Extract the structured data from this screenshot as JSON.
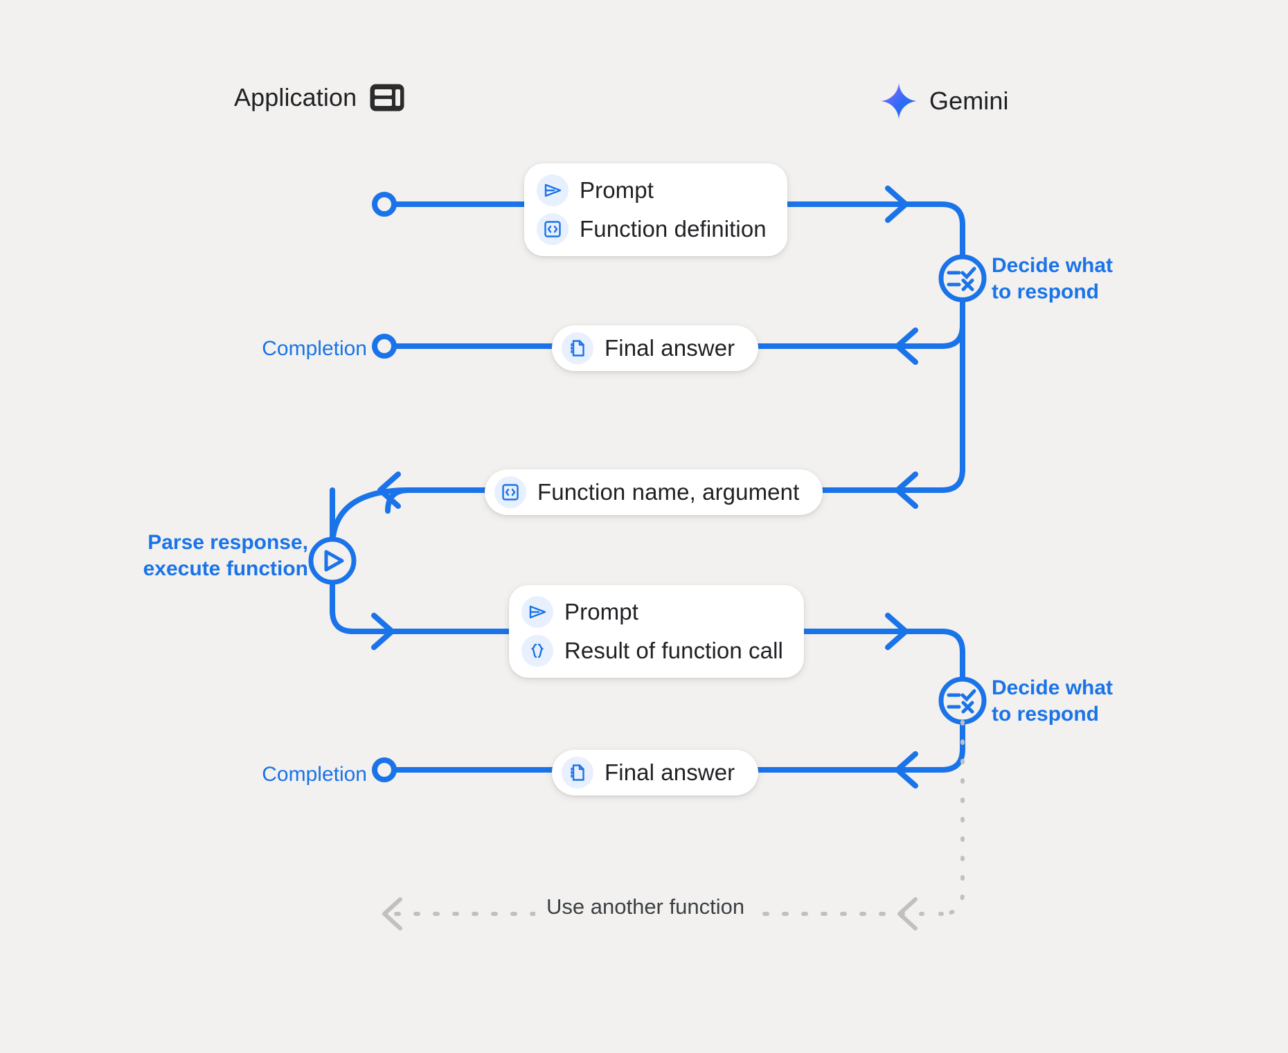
{
  "theme": {
    "background": "#F2F1EF",
    "accent_blue": "#1A73E8",
    "lifeline_gray": "#C6C6C4",
    "text_dark": "#202124",
    "icon_chip_bg": "#E8F0FE",
    "card_white": "#FFFFFF",
    "gemini_gradient_from": "#8B5CF6",
    "gemini_gradient_to": "#1A73E8"
  },
  "lanes": [
    {
      "id": "application",
      "title": "Application",
      "icon": "dashboard-layout-icon"
    },
    {
      "id": "gemini",
      "title": "Gemini",
      "icon": "gemini-sparkle-icon"
    }
  ],
  "messages": [
    {
      "id": "prompt-function-definition",
      "direction": "application-to-gemini",
      "rows": [
        {
          "icon": "send-plane-icon",
          "label": "Prompt"
        },
        {
          "icon": "code-brackets-box-icon",
          "label": "Function definition"
        }
      ]
    },
    {
      "id": "final-answer-1",
      "direction": "gemini-to-application",
      "rows": [
        {
          "icon": "document-icon",
          "label": "Final answer"
        }
      ]
    },
    {
      "id": "function-name-argument",
      "direction": "gemini-to-application",
      "rows": [
        {
          "icon": "code-brackets-box-icon",
          "label": "Function name,  argument"
        }
      ]
    },
    {
      "id": "prompt-result-of-function-call",
      "direction": "application-to-gemini",
      "rows": [
        {
          "icon": "send-plane-icon",
          "label": "Prompt"
        },
        {
          "icon": "curly-braces-icon",
          "label": "Result of function call"
        }
      ]
    },
    {
      "id": "final-answer-2",
      "direction": "gemini-to-application",
      "rows": [
        {
          "icon": "document-icon",
          "label": "Final answer"
        }
      ]
    }
  ],
  "nodes": {
    "decide_1": {
      "label": "Decide what\nto respond",
      "icon": "checklist-decision-icon"
    },
    "decide_2": {
      "label": "Decide what\nto respond",
      "icon": "checklist-decision-icon"
    },
    "parse": {
      "label": "Parse response,\nexecute function",
      "icon": "play-triangle-icon"
    },
    "completion_1": {
      "label": "Completion",
      "icon": "hollow-circle-endpoint"
    },
    "completion_2": {
      "label": "Completion",
      "icon": "hollow-circle-endpoint"
    }
  },
  "loop": {
    "label": "Use another function",
    "style": "dashed"
  }
}
